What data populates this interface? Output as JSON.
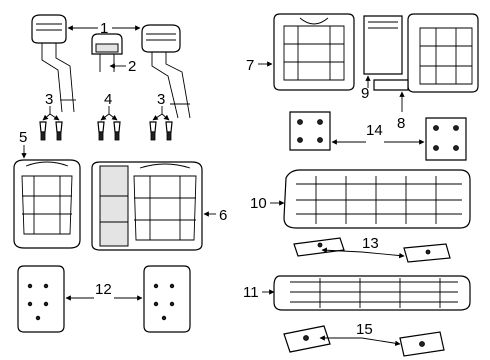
{
  "callouts": {
    "c1": "1",
    "c2": "2",
    "c3a": "3",
    "c3b": "3",
    "c4": "4",
    "c5": "5",
    "c6": "6",
    "c7": "7",
    "c8": "8",
    "c9": "9",
    "c10": "10",
    "c11": "11",
    "c12": "12",
    "c13": "13",
    "c14": "14",
    "c15": "15"
  }
}
